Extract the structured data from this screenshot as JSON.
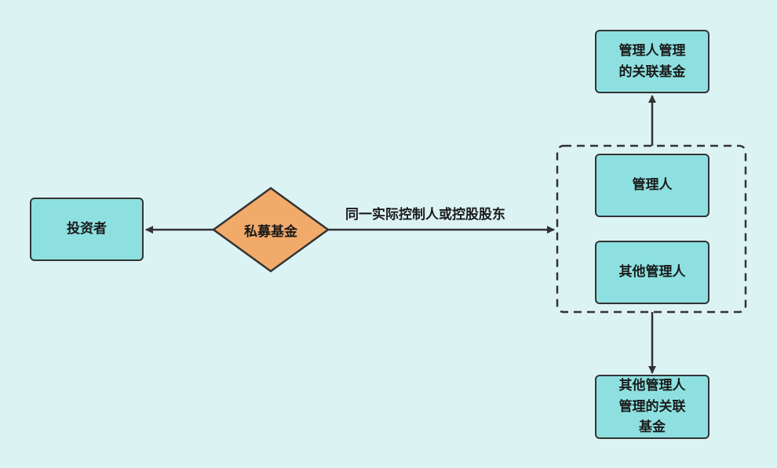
{
  "colors": {
    "background": "#dcf3f4",
    "box_fill": "#8ee0e0",
    "diamond_fill": "#f2aa6b",
    "stroke": "#333333"
  },
  "nodes": {
    "investor": "投资者",
    "private_fund": "私募基金",
    "manager": "管理人",
    "other_manager": "其他管理人",
    "manager_related_fund": "管理人管理\n的关联基金",
    "other_manager_related_fund": "其他管理人\n管理的关联\n基金"
  },
  "edges": {
    "fund_to_group_label": "同一实际控制人或控股股东"
  }
}
